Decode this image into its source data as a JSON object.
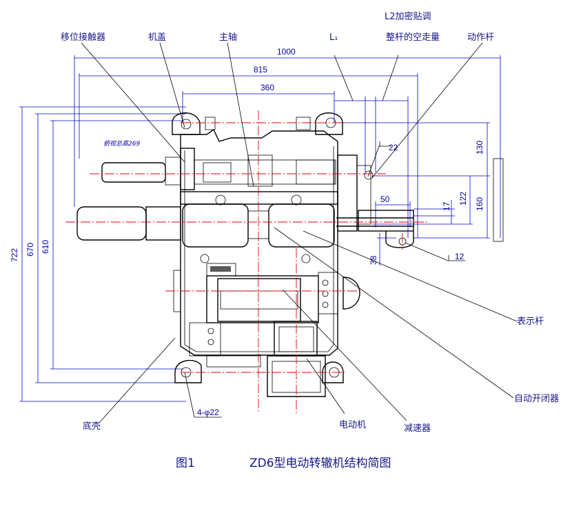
{
  "colors": {
    "outline": "#000000",
    "dimension": "#0000c8",
    "centerline": "#e00000",
    "label": "#16168c"
  },
  "labels": {
    "shift_contactor": "移位接触器",
    "cover": "机盖",
    "main_shaft": "主轴",
    "l1": "L₁",
    "l2_line1": "L2加密贴调",
    "l2_line2": "整杆的空走量",
    "action_rod": "动作杆",
    "indicator_rod": "表示杆",
    "auto_switch": "自动开闭器",
    "housing": "底壳",
    "motor": "电动机",
    "reducer": "减速器",
    "bolt_holes": "4-φ22",
    "side_note": "俯视总高269"
  },
  "dimensions": {
    "d1000": "1000",
    "d815": "815",
    "d360": "360",
    "d722": "722",
    "d670": "670",
    "d610": "610",
    "d130": "130",
    "d122": "122",
    "d160": "160",
    "d50": "50",
    "d17": "17",
    "d38": "38",
    "d22": "22",
    "d12": "12"
  },
  "caption": {
    "figure": "图1",
    "title": "ZD6型电动转辙机结构简图"
  }
}
